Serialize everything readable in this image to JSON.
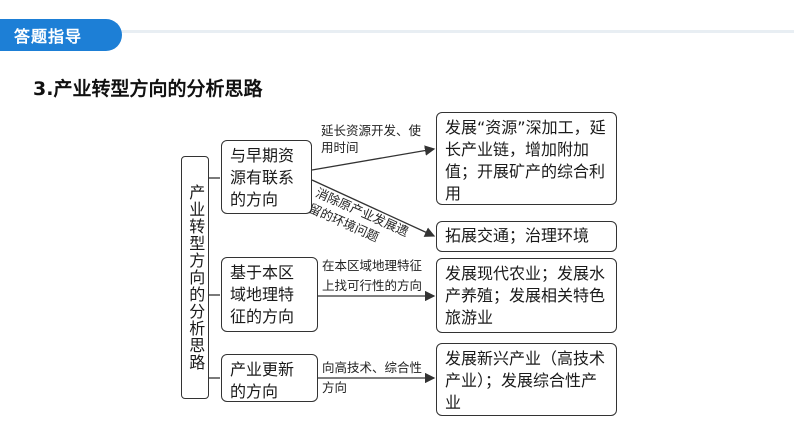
{
  "header": {
    "tab_label": "答题指导"
  },
  "title": "3.产业转型方向的分析思路",
  "root_label": "产业转型方向的分析思路",
  "nodes": {
    "early": "与早期资源有联系的方向",
    "regional": "基于本区域地理特征的方向",
    "update": "产业更新的方向"
  },
  "edges": {
    "e1": "延长资源开发、使用时间",
    "e2": "消除原产业发展遗留的环境问题",
    "e3": "在本区域地理特征上找可行性的方向",
    "e4": "向高技术、综合性方向"
  },
  "outcomes": {
    "o1": "发展“资源”深加工，延长产业链，增加附加值；开展矿产的综合利用",
    "o2": "拓展交通；治理环境",
    "o3": "发展现代农业；发展水产养殖；发展相关特色旅游业",
    "o4": "发展新兴产业（高技术产业）；发展综合性产业"
  },
  "colors": {
    "accent": "#1d7fd6",
    "line": "#333333"
  }
}
